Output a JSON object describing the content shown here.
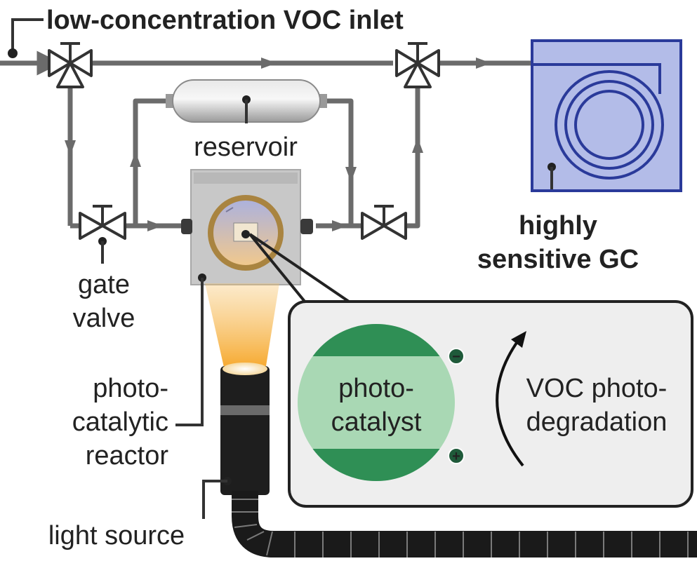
{
  "labels": {
    "inlet": "low-concentration VOC inlet",
    "reservoir": "reservoir",
    "gc_line1": "highly",
    "gc_line2": "sensitive GC",
    "gate_line1": "gate",
    "gate_line2": "valve",
    "reactor_line1": "photo-",
    "reactor_line2": "catalytic",
    "reactor_line3": "reactor",
    "light_source": "light source",
    "catalyst_line1": "photo-",
    "catalyst_line2": "catalyst",
    "degradation_line1": "VOC photo-",
    "degradation_line2": "degradation",
    "minus": "−",
    "plus": "+"
  },
  "colors": {
    "pipe": "#6b6b6b",
    "gc_fill": "#b3bce8",
    "gc_stroke": "#2a3a9a",
    "band_dark": "#2f8f55",
    "band_light": "#a9d8b4",
    "beam": "#f6a21e",
    "cable": "#1a1a1a"
  }
}
